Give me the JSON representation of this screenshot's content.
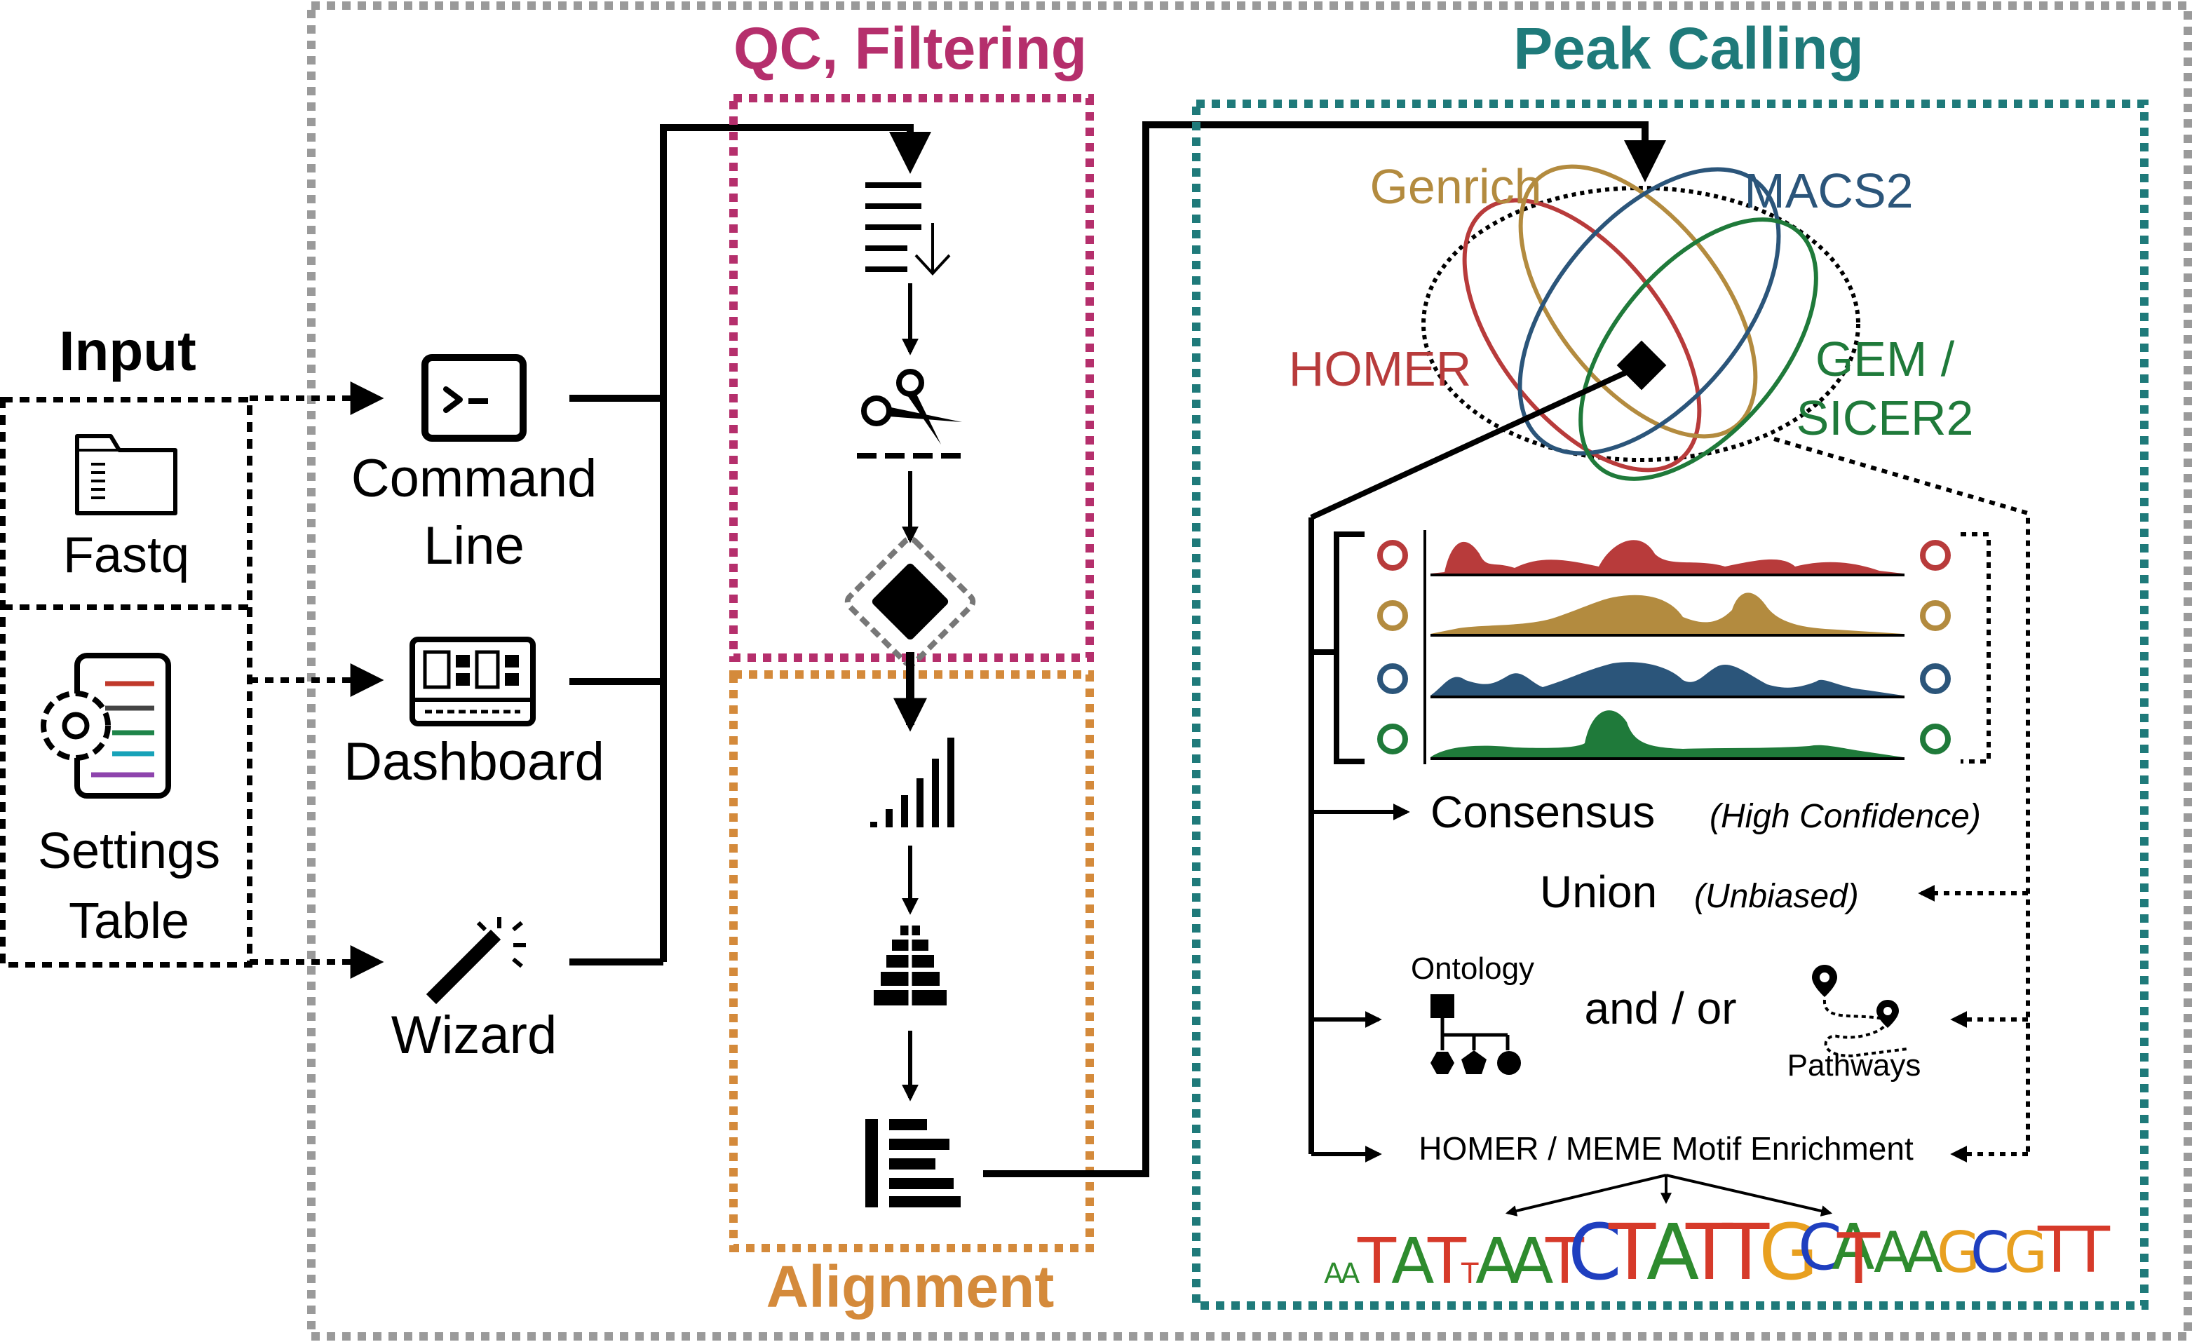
{
  "colors": {
    "qc": "#b52f6c",
    "alignment": "#d48a3b",
    "peak": "#1f7a7a",
    "homer": "#b83b3b",
    "genrich": "#b38b3f",
    "macs2": "#2b557a",
    "gem": "#1f7a3a",
    "outer": "#9a9a9a"
  },
  "input": {
    "title": "Input",
    "fastq_label": "Fastq",
    "settings_label_1": "Settings",
    "settings_label_2": "Table"
  },
  "interfaces": {
    "command_line_1": "Command",
    "command_line_2": "Line",
    "dashboard": "Dashboard",
    "wizard": "Wizard"
  },
  "sections": {
    "qc_title": "QC, Filtering",
    "alignment_title": "Alignment",
    "peak_title": "Peak Calling"
  },
  "callers": {
    "genrich": "Genrich",
    "macs2": "MACS2",
    "homer": "HOMER",
    "gem_1": "GEM /",
    "gem_2": "SICER2"
  },
  "outputs": {
    "consensus": "Consensus",
    "consensus_note": "(High Confidence)",
    "union": "Union",
    "union_note": "(Unbiased)",
    "ontology": "Ontology",
    "and_or": "and / or",
    "pathways": "Pathways",
    "motif": "HOMER / MEME Motif Enrichment"
  },
  "motifs": {
    "motif1": [
      "A",
      "A",
      "T",
      "A",
      "T",
      "T",
      "A",
      "A",
      "T"
    ],
    "motif2": [
      "C",
      "T",
      "A",
      "T",
      "T",
      "G",
      "C",
      "A"
    ],
    "motif3": [
      "T",
      "A",
      "A",
      "G",
      "C",
      "G",
      "T",
      "T"
    ]
  },
  "icons": {
    "fastq": "folder-icon",
    "settings": "settings-table-icon",
    "terminal": "terminal-icon",
    "dashboard": "dashboard-icon",
    "wizard": "magic-wand-icon",
    "qc1": "trim-list-icon",
    "qc2": "scissors-icon",
    "qc3": "filter-diamond-icon",
    "align1": "signal-bars-icon",
    "align2": "tree-stack-icon",
    "align3": "aligned-bars-icon",
    "ontology": "ontology-tree-icon",
    "pathways": "pathways-map-icon"
  }
}
